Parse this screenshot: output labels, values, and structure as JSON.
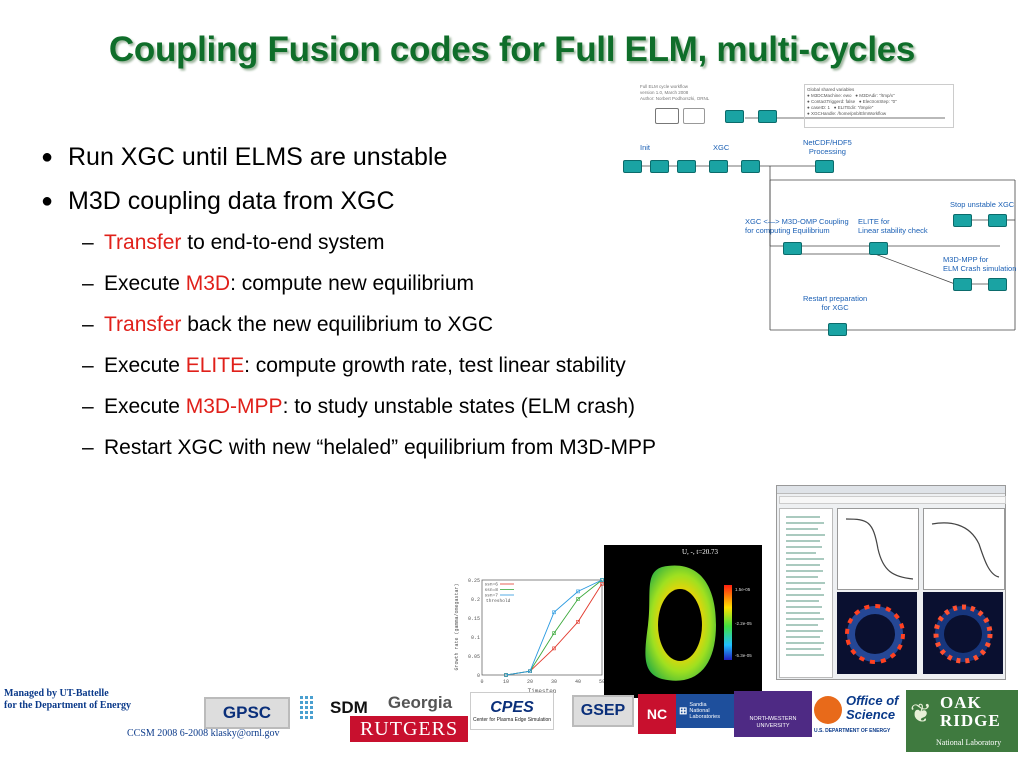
{
  "title": "Coupling Fusion codes for Full ELM, multi-cycles",
  "bullets": [
    {
      "text": "Run XGC until ELMS are unstable"
    },
    {
      "text": "M3D coupling data from XGC"
    }
  ],
  "sub_bullets": [
    {
      "pre": "",
      "red": "Transfer",
      "post": " to end-to-end system"
    },
    {
      "pre": "Execute ",
      "red": "M3D",
      "post": ": compute new equilibrium"
    },
    {
      "pre": "",
      "red": "Transfer",
      "post": " back the new equilibrium to XGC"
    },
    {
      "pre": "Execute ",
      "red": "ELITE",
      "post": ": compute growth rate, test linear stability"
    },
    {
      "pre": "Execute ",
      "red": "M3D-MPP",
      "post": ": to study unstable states (ELM crash)"
    },
    {
      "pre": "",
      "red": "",
      "post": "Restart XGC with new “helaled” equilibrium from M3D-MPP"
    }
  ],
  "workflow": {
    "labels": {
      "init": "Init",
      "xgc": "XGC",
      "netcdf": "NetCDF/HDF5\nProcessing",
      "m3d_omp": "XGC <—> M3D-OMP Coupling\nfor computing Equilibrium",
      "elite": "ELITE for\nLinear stability check",
      "stop": "Stop unstable XGC",
      "m3d_mpp": "M3D-MPP for\nELM Crash simulation",
      "restart": "Restart preparation\nfor XGC"
    },
    "info_text": "Full ELM cycle workflow\nversion 1.0, March 2008\nAuthor: Norbert Podhorszki, ORNL",
    "global_text": "Global shared variables\n● M3DCMachine: ewo   ● M3DAdir: \"/tmp/x\"\n● ContactTriggerd: false   ● ElectronStep: \"0\"\n● caseID: 1   ● ELITEdir: \"/tmp/e\"\n● XGCHandle: /home/pnb/ElmWorkflow"
  },
  "plot": {
    "chart_data": {
      "type": "line",
      "title": "",
      "xlabel": "Timestep",
      "ylabel": "Growth rate (gamma/omegastar)",
      "x": [
        0,
        10,
        20,
        30,
        40,
        50
      ],
      "xlim": [
        0,
        50
      ],
      "ylim": [
        0,
        0.25
      ],
      "yticks": [
        0,
        0.05,
        0.1,
        0.15,
        0.2,
        0.25
      ],
      "series": [
        {
          "name": "ssn=6",
          "color": "#e23a2e",
          "x": [
            10,
            20,
            30,
            40,
            50
          ],
          "values": [
            0.0,
            0.01,
            0.07,
            0.14,
            0.24
          ]
        },
        {
          "name": "ssn=8",
          "color": "#3aa83a",
          "x": [
            10,
            20,
            30,
            40,
            50
          ],
          "values": [
            0.0,
            0.01,
            0.11,
            0.2,
            0.25
          ]
        },
        {
          "name": "ssn=7",
          "color": "#2a9ae0",
          "x": [
            10,
            20,
            30,
            40,
            50
          ],
          "values": [
            0.0,
            0.01,
            0.165,
            0.22,
            0.25
          ]
        },
        {
          "name": "threshold",
          "color": "#c8a000",
          "x": [],
          "values": []
        }
      ]
    }
  },
  "heatmap": {
    "title": "U, -, t=20.73",
    "ticks": [
      "1.5e-05",
      "-2.2e-05",
      "-5.3e-05"
    ]
  },
  "footer": {
    "managed": "Managed by UT-Battelle\nfor the Department of Energy",
    "conference": "CCSM 2008 6-2008 klasky@ornl.gov"
  },
  "logos": {
    "gpsc": "GPSC",
    "sdm": "SDM",
    "georgia": "Georgia",
    "rutgers": "RUTGERS",
    "cpes": "CPES",
    "cpes_sub": "Center for Plasma Edge Simulation",
    "gsep": "GSEP",
    "sandia": "Sandia\nNational\nLaboratories",
    "northwestern": "NORTHWESTERN\nUNIVERSITY",
    "office": "Office of\nScience",
    "doe": "U.S. DEPARTMENT OF ENERGY",
    "ornl": "OAK\nRIDGE",
    "ornl_sub": "National Laboratory"
  },
  "colors": {
    "title": "#0f6e2a",
    "highlight": "#e0201a",
    "node": "#1aa3a3",
    "link": "#1a5fb4"
  }
}
